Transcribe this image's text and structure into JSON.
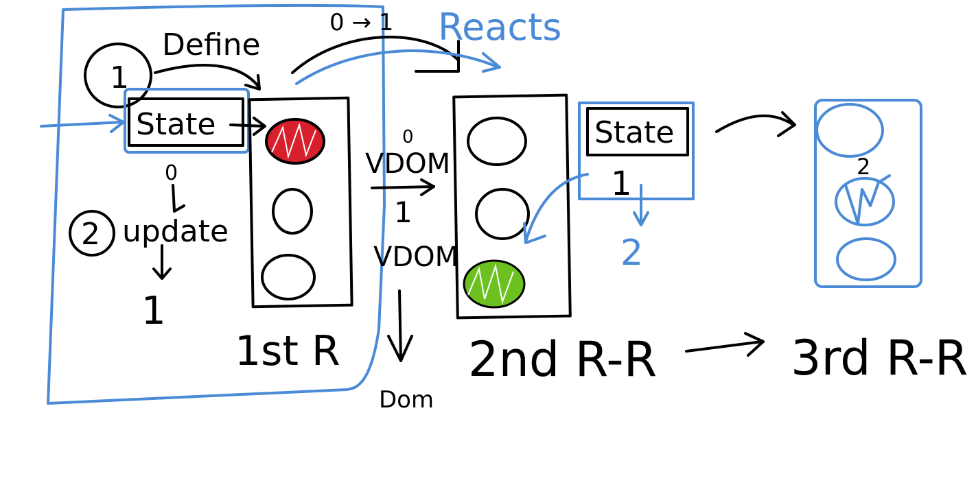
{
  "colors": {
    "ink": "#000000",
    "blue": "#4a8ad6",
    "red": "#d8202c",
    "green": "#6cc020",
    "background": "#ffffff"
  },
  "labels": {
    "define": "Define",
    "step1": "1",
    "state_left": "State",
    "state_zero": "0",
    "step2": "2",
    "update": "update",
    "update_result": "1",
    "first_render": "1st R",
    "transition": "0 → 1",
    "reacts": "Reacts",
    "vdom_zero": "0",
    "vdom_a": "VDOM",
    "vdom_one": "1",
    "vdom_b": "VDOM",
    "dom": "Dom",
    "state_right": "State",
    "state_right_value": "1",
    "state_right_next": "2",
    "second_rerender": "2nd R-R",
    "third_rerender": "3rd R-R",
    "third_value": "2"
  }
}
